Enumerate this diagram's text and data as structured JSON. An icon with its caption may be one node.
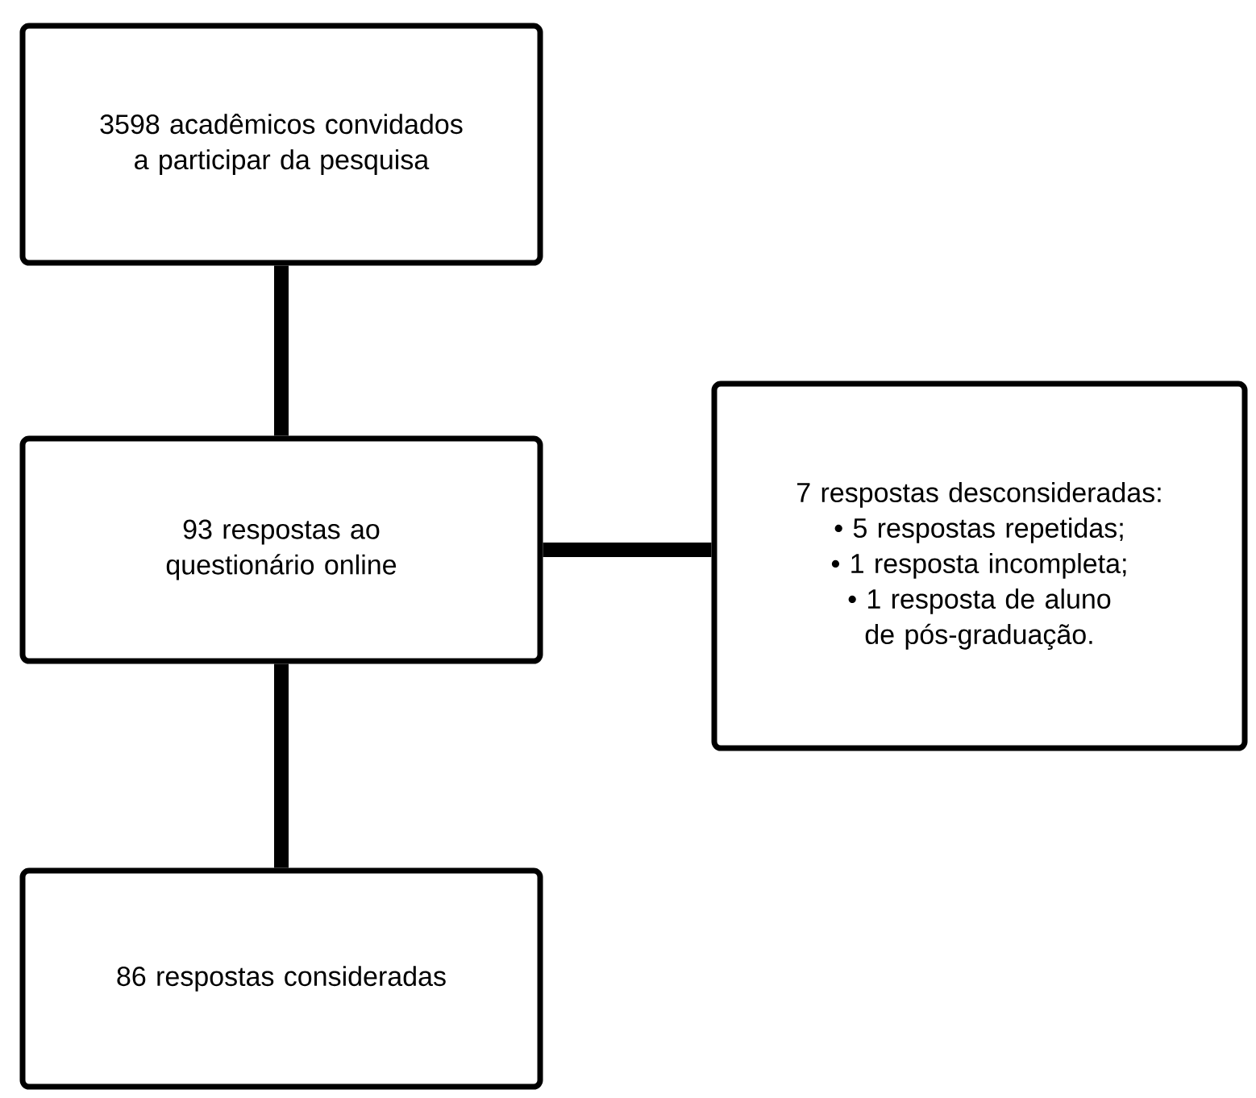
{
  "diagram": {
    "nodes": [
      {
        "text": [
          "3598 acadêmicos convidados a participar da pesquisa"
        ]
      },
      {
        "text": [
          "93 respostas ao questionário online"
        ]
      },
      {
        "text": [
          "7 respostas desconsideradas:",
          "• 5 respostas repetidas;",
          "• 1 resposta incompleta;",
          "• 1 resposta de aluno de pós-graduação."
        ]
      },
      {
        "text": [
          "86 respostas consideradas"
        ]
      }
    ],
    "edges": [
      {
        "from": 0,
        "to": 1,
        "arrow": "none"
      },
      {
        "from": 1,
        "to": 3,
        "arrow": "none"
      },
      {
        "from": 1,
        "to": 2,
        "arrow": "none"
      }
    ]
  }
}
